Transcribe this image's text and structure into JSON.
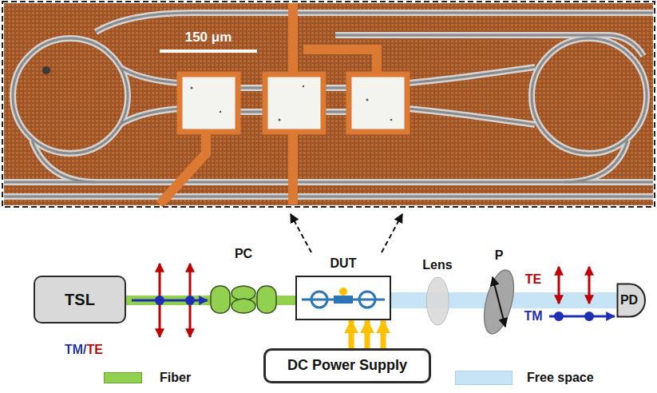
{
  "diagram": {
    "nodes": [
      {
        "text": [
          "TSL"
        ]
      },
      {
        "text": [
          "PC"
        ]
      },
      {
        "text": [
          "DUT"
        ]
      },
      {
        "text": [
          "Lens"
        ]
      },
      {
        "text": [
          "P"
        ]
      },
      {
        "text": [
          "PD"
        ]
      },
      {
        "text": [
          "DC Power Supply"
        ]
      }
    ],
    "edges": [
      {
        "from": 0,
        "to": 1,
        "arrow": "none"
      },
      {
        "from": 1,
        "to": 2,
        "arrow": "none"
      },
      {
        "from": 2,
        "to": 3,
        "arrow": "none"
      },
      {
        "from": 3,
        "to": 4,
        "arrow": "none"
      },
      {
        "from": 4,
        "to": 5,
        "arrow": "none"
      },
      {
        "from": 6,
        "to": 2,
        "arrow": "to"
      },
      {
        "from": 6,
        "to": 2,
        "arrow": "to"
      },
      {
        "from": 6,
        "to": 2,
        "arrow": "to"
      }
    ],
    "labels": [
      "150 μm",
      "TM/TE",
      "TE",
      "TM"
    ],
    "legend": [
      {
        "text": "Fiber",
        "color": "#92d050"
      },
      {
        "text": "Free space",
        "color": "#c6e4f5"
      }
    ]
  }
}
